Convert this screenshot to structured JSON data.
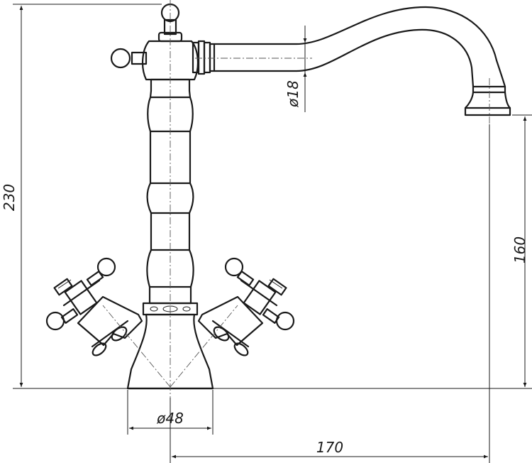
{
  "drawing": {
    "dimensions": {
      "overall_height": "230",
      "spout_height": "160",
      "spout_reach": "170",
      "base_diameter": "ø48",
      "spout_diameter": "ø18"
    }
  }
}
